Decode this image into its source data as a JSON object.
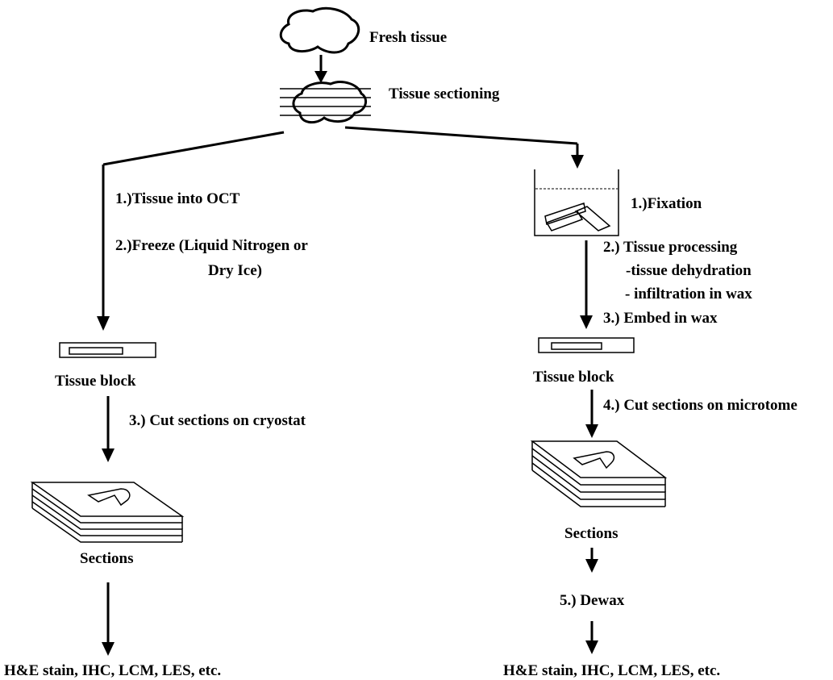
{
  "top": {
    "fresh_tissue": "Fresh tissue",
    "tissue_sectioning": "Tissue sectioning"
  },
  "frozen_path": {
    "step1": "1.)Tissue into OCT",
    "step2_line1": "2.)Freeze (Liquid Nitrogen or",
    "step2_line2": "Dry Ice)",
    "block_label": "Tissue block",
    "step3": "3.) Cut sections on cryostat",
    "sections_label": "Sections",
    "final": "H&E stain, IHC, LCM, LES, etc."
  },
  "ffpe_path": {
    "step1": "1.)Fixation",
    "step2": "2.) Tissue processing",
    "step2_sub1": "-tissue dehydration",
    "step2_sub2": "- infiltration in wax",
    "step3": "3.) Embed in wax",
    "block_label": "Tissue block",
    "step4": "4.) Cut sections on microtome",
    "sections_label": "Sections",
    "step5": "5.) Dewax",
    "final": "H&E stain, IHC, LCM, LES, etc."
  }
}
